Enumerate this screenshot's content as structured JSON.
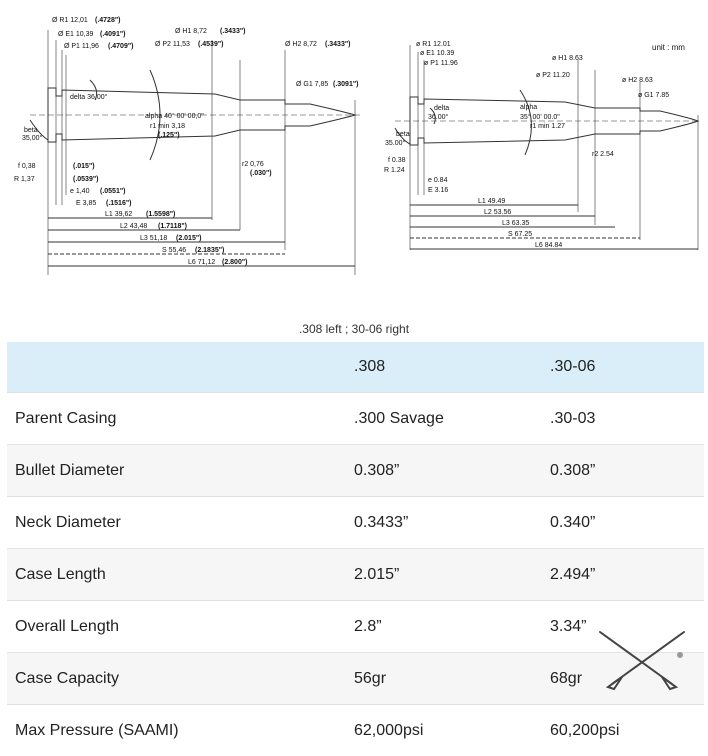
{
  "left_drawing": {
    "labels": [
      "Ø R1 12,01 (.4728\")",
      "Ø E1 10,39 (.4091\")",
      "Ø P1 11,96 (.4709\")",
      "Ø H1 8,72 (.3433\")",
      "Ø P2 11,53 (.4539\")",
      "Ø H2 8,72 (.3433\")",
      "Ø G1 7,85 (.3091\")",
      "delta 36,00°",
      "alpha 40° 00' 00,0\"",
      "r1 min 3,18 (.125\")",
      "beta 35,00°",
      "r2 0,76 (.030\")",
      "f 0,38 (.015\")",
      "R 1,37 (.0539\")",
      "e 1,40 (.0551\")",
      "E 3,85 (.1516\")",
      "L1 39,62 (1.5598\")",
      "L2 43,48 (1.7118\")",
      "L3 51,18 (2.015\")",
      "S 55,46 (2.1835\")",
      "L6 71,12 (2.800\")"
    ]
  },
  "right_drawing": {
    "unit": "unit : mm",
    "labels": [
      "ø R1 12.01",
      "ø E1 10.39",
      "ø P1 11.96",
      "ø H1 8.63",
      "ø P2 11.20",
      "ø H2 8.63",
      "ø G1 7.85",
      "delta 36.00°",
      "alpha 35° 00' 00.0\"",
      "r1 min 1.27",
      "beta 35.00°",
      "r2 2.54",
      "f 0.38",
      "R 1.24",
      "e 0.84",
      "E 3.16",
      "L1 49.49",
      "L2 53.56",
      "L3 63.35",
      "S 67.25",
      "L6 84.84"
    ]
  },
  "caption": ".308 left ; 30-06 right",
  "table": {
    "header": [
      "",
      ".308",
      ".30-06"
    ],
    "rows": [
      [
        "Parent Casing",
        ".300 Savage",
        ".30-03"
      ],
      [
        "Bullet Diameter",
        "0.308”",
        "0.308”"
      ],
      [
        "Neck Diameter",
        "0.3433”",
        "0.340”"
      ],
      [
        "Case Length",
        "2.015”",
        "2.494”"
      ],
      [
        "Overall Length",
        "2.8”",
        "3.34”"
      ],
      [
        "Case Capacity",
        "56gr",
        "68gr"
      ],
      [
        "Max Pressure (SAAMI)",
        "62,000psi",
        "60,200psi"
      ]
    ]
  },
  "icons": {
    "watermark": "crossed-rifles-icon"
  }
}
